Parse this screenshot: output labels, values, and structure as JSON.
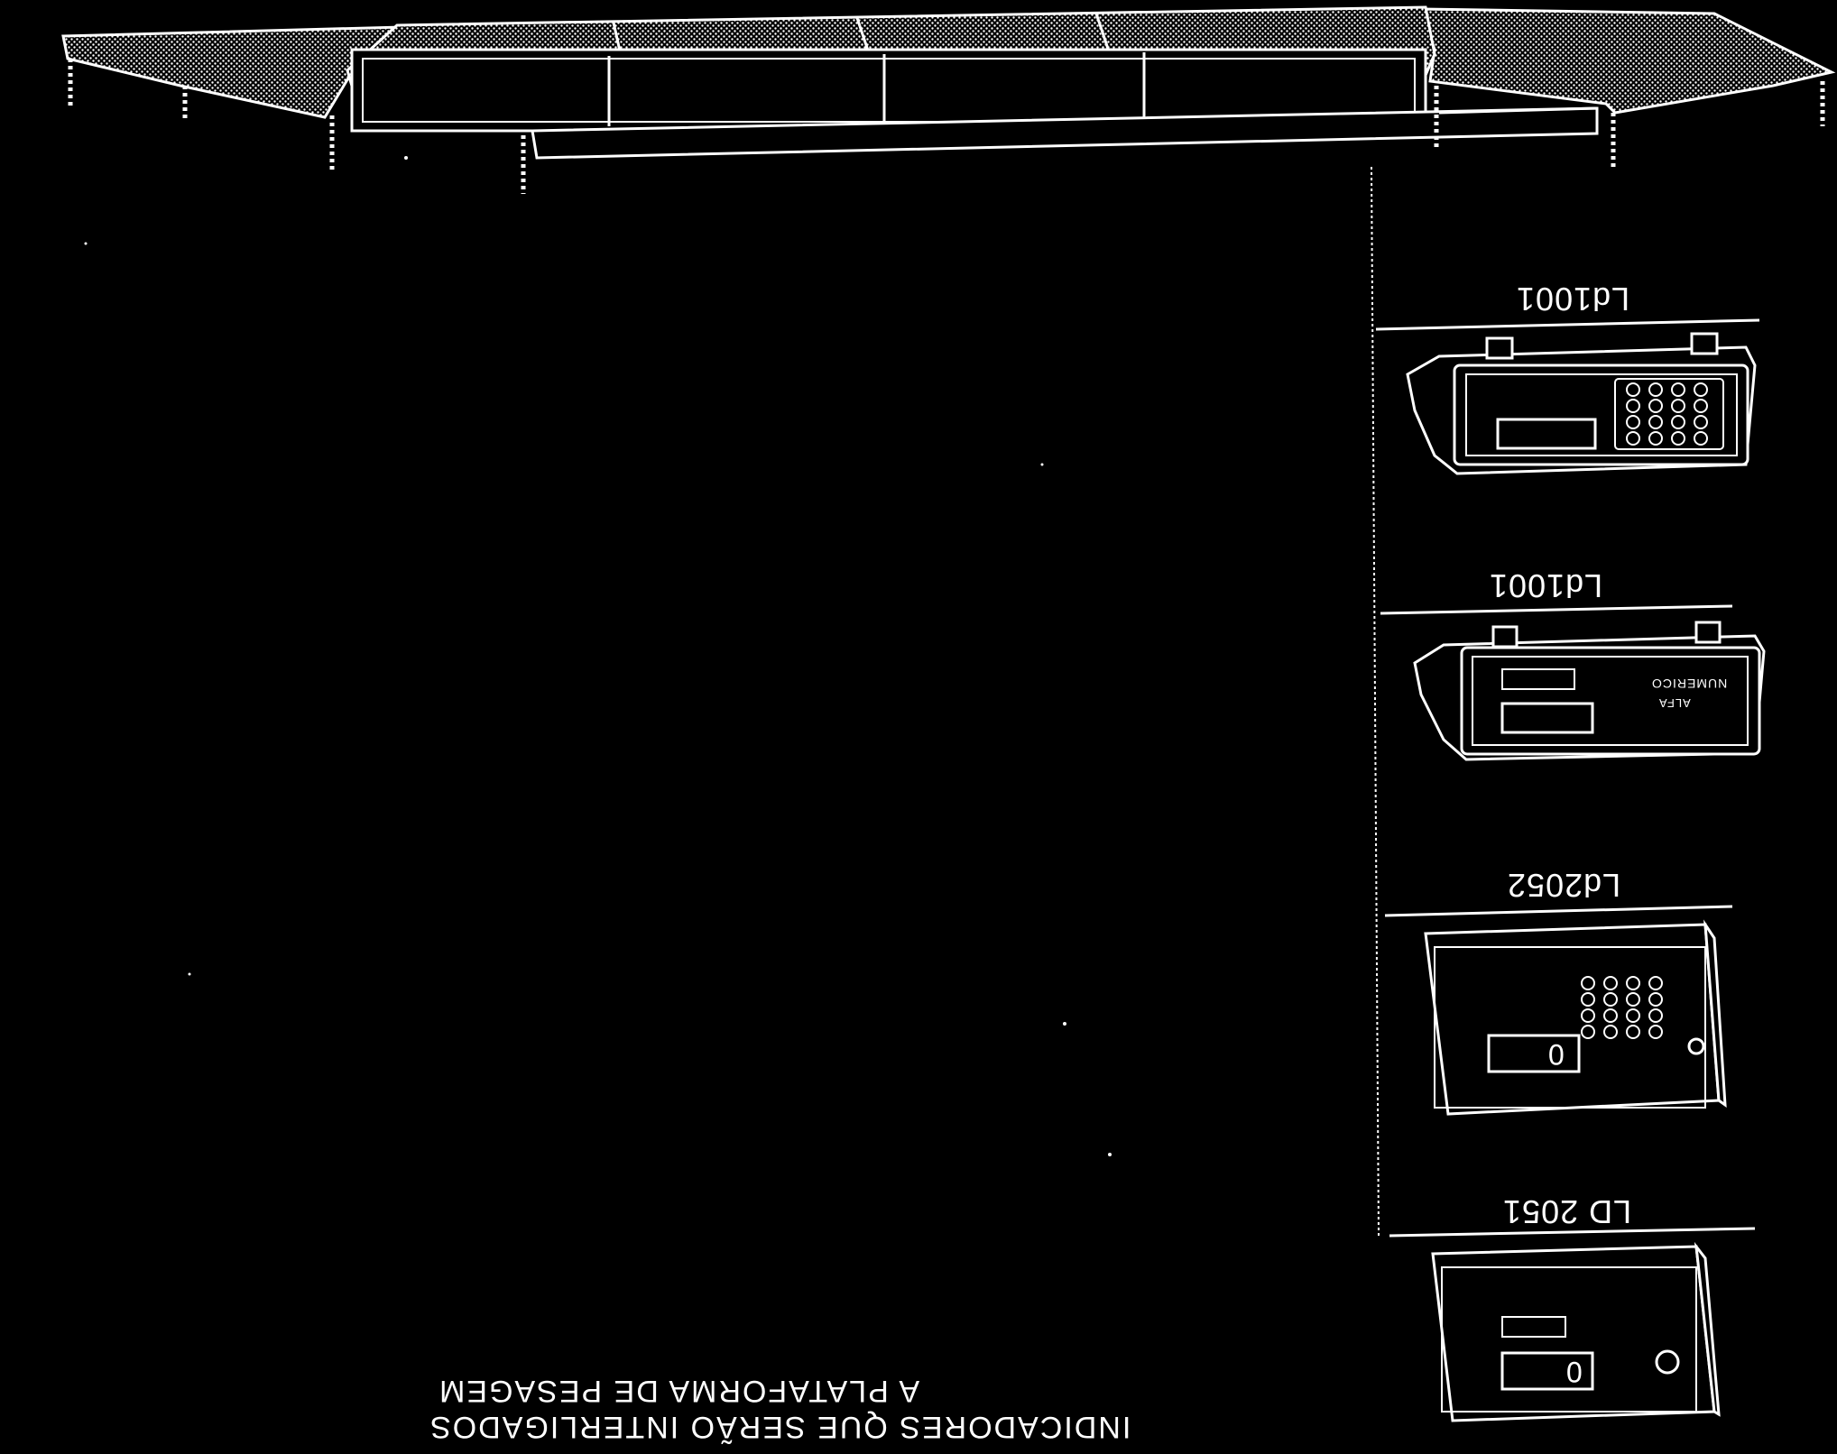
{
  "caption": {
    "line1": "INDICADORES QUE SERÃO INTERLIGADOS",
    "line2": "A PLATAFORMA DE PESAGEM"
  },
  "indicators": [
    {
      "model": "Ld1001"
    },
    {
      "model": "Ld1001",
      "panel_text": [
        "NUMERICO",
        "ALFA"
      ]
    },
    {
      "model": "Ld2052"
    },
    {
      "model": "LD 2051"
    }
  ],
  "digit_readout": "0",
  "colors": {
    "background": "#000000",
    "line": "#ffffff"
  }
}
